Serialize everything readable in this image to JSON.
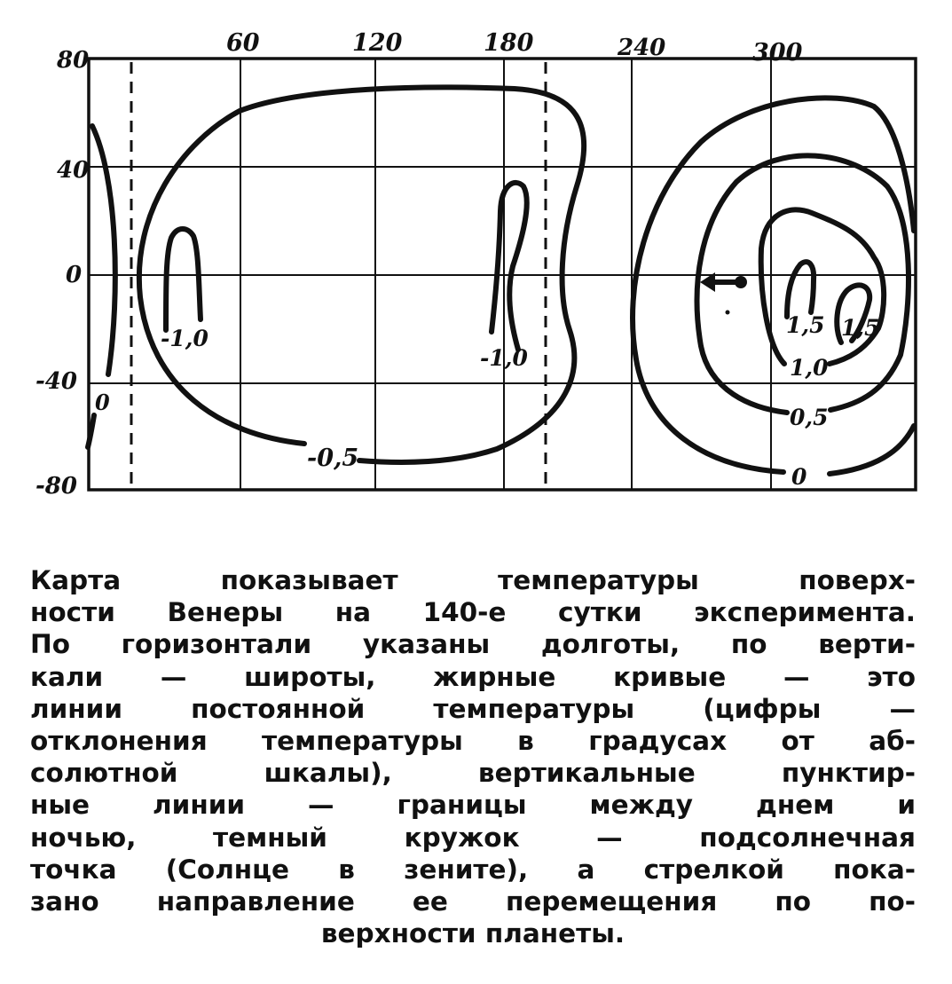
{
  "map": {
    "x_ticks": [
      "60",
      "120",
      "180",
      "240",
      "300"
    ],
    "y_ticks": [
      "80",
      "40",
      "0",
      "-40",
      "-80"
    ],
    "contour_labels": {
      "zero_left": "0",
      "minus_one_left": "-1,0",
      "minus_one_center": "-1,0",
      "minus_half": "-0,5",
      "one_half_a": "1,5",
      "one_half_b": "1,5",
      "one": "1,0",
      "half": "0,5",
      "zero_right": "0"
    }
  },
  "caption": {
    "lines": [
      "Карта  показывает  температуры  поверх-",
      "ности Венеры на 140-е сутки эксперимента.",
      "По горизонтали указаны долготы, по верти-",
      "кали — широты, жирные кривые — это",
      "линии постоянной температуры (цифры —",
      "отклонения температуры в градусах от аб-",
      "солютной шкалы), вертикальные пунктир-",
      "ные линии — границы между днем и",
      "ночью, темный кружок — подсолнечная",
      "точка (Солнце в зените), а стрелкой пока-",
      "зано направление ее перемещения по по-",
      "верхности планеты."
    ]
  }
}
